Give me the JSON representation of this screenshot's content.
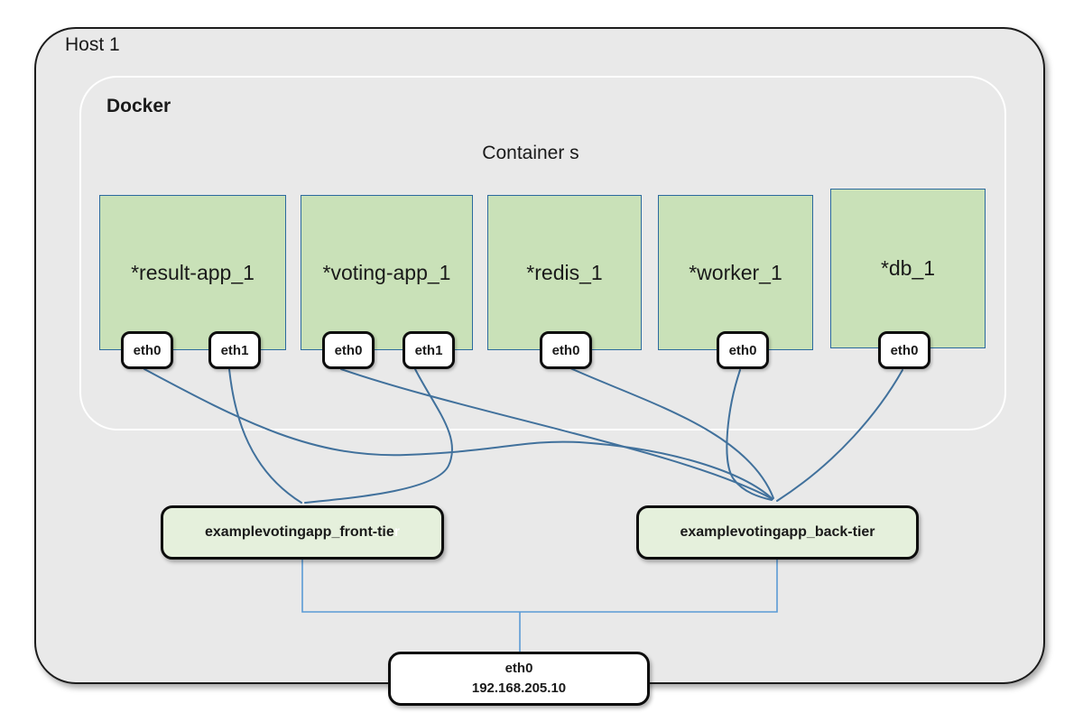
{
  "titles": {
    "host": "Host 1",
    "docker": "Docker",
    "containers": "Container s"
  },
  "containers": [
    {
      "name": "*result-app_1",
      "eth": [
        "eth0",
        "eth1"
      ]
    },
    {
      "name": "*voting-app_1",
      "eth": [
        "eth0",
        "eth1"
      ]
    },
    {
      "name": "*redis_1",
      "eth": [
        "eth0"
      ]
    },
    {
      "name": "*worker_1",
      "eth": [
        "eth0"
      ]
    },
    {
      "name": "*db_1",
      "eth": [
        "eth0"
      ]
    }
  ],
  "networks": {
    "front_tier": {
      "label": "examplevotingapp_front-tie",
      "faint_suffix": "r"
    },
    "back_tier": {
      "label": "examplevotingapp_back-tier",
      "faint_suffix": ""
    }
  },
  "host_interface": {
    "name": "eth0",
    "ip": "192.168.205.10"
  },
  "connections": [
    {
      "from": "result-app_1.eth1",
      "to": "examplevotingapp_front-tier"
    },
    {
      "from": "voting-app_1.eth1",
      "to": "examplevotingapp_front-tier"
    },
    {
      "from": "result-app_1.eth0",
      "to": "examplevotingapp_back-tier"
    },
    {
      "from": "voting-app_1.eth0",
      "to": "examplevotingapp_back-tier"
    },
    {
      "from": "redis_1.eth0",
      "to": "examplevotingapp_back-tier"
    },
    {
      "from": "worker_1.eth0",
      "to": "examplevotingapp_back-tier"
    },
    {
      "from": "db_1.eth0",
      "to": "examplevotingapp_back-tier"
    },
    {
      "from": "examplevotingapp_front-tier",
      "to": "host.eth0"
    },
    {
      "from": "examplevotingapp_back-tier",
      "to": "host.eth0"
    }
  ],
  "colors": {
    "host_fill": "#e9e9e9",
    "container_fill": "#c9e1b8",
    "container_border": "#2b6a9e",
    "network_fill": "#e5f0dc",
    "connector": "#41719c",
    "bracket": "#5b9bd5"
  }
}
